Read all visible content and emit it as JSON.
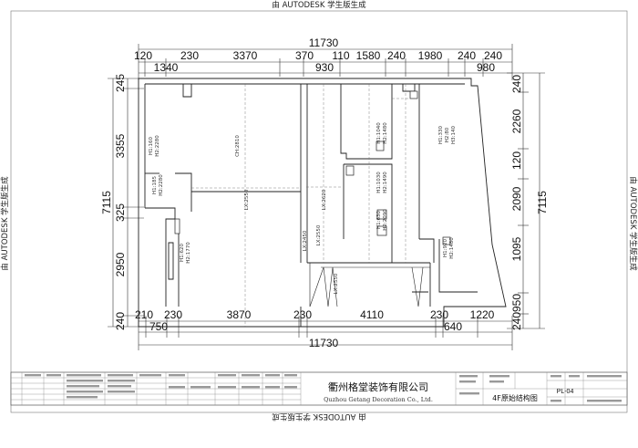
{
  "watermark": {
    "text": "由 AUTODESK 学生版生成"
  },
  "dimensions": {
    "top_total": "11730",
    "top_row1": [
      "120",
      "230",
      "3370",
      "370",
      "110",
      "1580",
      "240",
      "1980",
      "240",
      "240"
    ],
    "top_row2": [
      "1340",
      "930",
      "980"
    ],
    "bottom_total": "11730",
    "bottom_row1": [
      "210",
      "230",
      "3870",
      "230",
      "4110",
      "230",
      "1220"
    ],
    "bottom_row2": [
      "750",
      "640"
    ],
    "left_total": "7115",
    "left": [
      "245",
      "3355",
      "325",
      "2950",
      "240"
    ],
    "right_total": "7115",
    "right": [
      "240",
      "2260",
      "120",
      "2090",
      "1095",
      "950",
      "240"
    ]
  },
  "room_labels": {
    "cw1": "H1:160",
    "cw2": "H2:2280",
    "ch": "CH:2810",
    "w2a": "H1:1040",
    "w2b": "H2:1480",
    "w3a": "H1:330",
    "w3b": "H2:80",
    "w3c": "H3:140",
    "w4a": "H1:185",
    "w4b": "H2:2280",
    "lx1": "LX:2550",
    "lx2": "LX:2620",
    "w5a": "H1:1030",
    "w5b": "H2:1490",
    "w6a": "H1:630",
    "w6b": "H2:2090",
    "w7a": "H1:620",
    "w7b": "H2:1770",
    "lx3": "LX:2450",
    "lx4": "LX:2550",
    "w8a": "H1:920",
    "w8b": "H2:1480",
    "lx5": "LX:2550"
  },
  "title_block": {
    "company_cn": "衢州格堂装饰有限公司",
    "company_en": "Quzhou Getang Decoration Co., Ltd.",
    "drawing_title": "4F原始结构图",
    "drawing_no": "PL-04"
  }
}
